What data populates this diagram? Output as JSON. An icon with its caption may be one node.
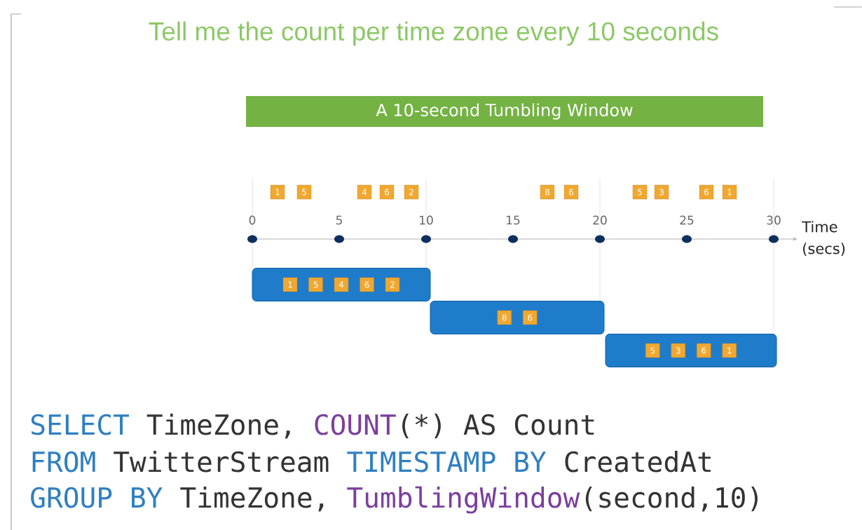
{
  "diagram": {
    "title": "Tell me the count per time zone every 10 seconds",
    "nodes": [
      {
        "text": [
          "A 10-second Tumbling Window"
        ]
      },
      {
        "text": [
          "1"
        ]
      },
      {
        "text": [
          "5"
        ]
      },
      {
        "text": [
          "4"
        ]
      },
      {
        "text": [
          "6"
        ]
      },
      {
        "text": [
          "2"
        ]
      },
      {
        "text": [
          "8"
        ]
      },
      {
        "text": [
          "6"
        ]
      },
      {
        "text": [
          "5"
        ]
      },
      {
        "text": [
          "3"
        ]
      },
      {
        "text": [
          "6"
        ]
      },
      {
        "text": [
          "1"
        ]
      },
      {
        "text": [],
        "shape": "bar"
      },
      {
        "text": [
          "1"
        ],
        "in": 12
      },
      {
        "text": [
          "5"
        ],
        "in": 12
      },
      {
        "text": [
          "4"
        ],
        "in": 12
      },
      {
        "text": [
          "6"
        ],
        "in": 12
      },
      {
        "text": [
          "2"
        ],
        "in": 12
      },
      {
        "text": [],
        "shape": "bar"
      },
      {
        "text": [
          "8"
        ],
        "in": 18
      },
      {
        "text": [
          "6"
        ],
        "in": 18
      },
      {
        "text": [],
        "shape": "bar"
      },
      {
        "text": [
          "5"
        ],
        "in": 21
      },
      {
        "text": [
          "3"
        ],
        "in": 21
      },
      {
        "text": [
          "6"
        ],
        "in": 21
      },
      {
        "text": [
          "1"
        ],
        "in": 21
      }
    ],
    "labels": [
      "0",
      "5",
      "10",
      "15",
      "20",
      "25",
      "30",
      "Time (secs)",
      "SELECT",
      "TimeZone,",
      "COUNT",
      "(*) AS Count",
      "FROM",
      "TwitterStream",
      "TIMESTAMP BY",
      "CreatedAt",
      "GROUP BY",
      "TimeZone,",
      "TumblingWindow",
      "(second,10)"
    ]
  }
}
